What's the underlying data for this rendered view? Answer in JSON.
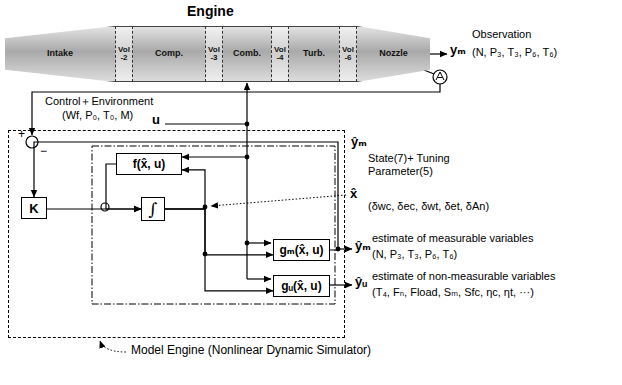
{
  "diagram": {
    "nodes": [
      {
        "text": [
          "Engine"
        ]
      },
      {
        "text": [
          "Intake"
        ],
        "in": 0
      },
      {
        "text": [
          "Vol -2"
        ],
        "in": 0
      },
      {
        "text": [
          "Comp."
        ],
        "in": 0
      },
      {
        "text": [
          "Vol -3"
        ],
        "in": 0
      },
      {
        "text": [
          "Comb."
        ],
        "in": 0
      },
      {
        "text": [
          "Vol -4"
        ],
        "in": 0
      },
      {
        "text": [
          "Turb."
        ],
        "in": 0
      },
      {
        "text": [
          "Vol -6"
        ],
        "in": 0
      },
      {
        "text": [
          "Nozzle"
        ],
        "in": 0
      },
      {
        "text": [
          "Model Engine (Nonlinear Dynamic Simulator)"
        ]
      },
      {
        "text": [
          "K"
        ],
        "in": 10
      },
      {
        "text": [
          "f(x̂, u)"
        ],
        "in": 10
      },
      {
        "text": [
          "∫"
        ],
        "in": 10
      },
      {
        "text": [
          "gₘ(x̂, u)"
        ],
        "in": 10
      },
      {
        "text": [
          "gᵤ(x̂, u)"
        ],
        "in": 10
      }
    ],
    "edges": [
      {
        "from": 14,
        "to": 11,
        "arrow": "to"
      },
      {
        "from": 11,
        "to": 13,
        "arrow": "to"
      },
      {
        "from": 12,
        "to": 13,
        "arrow": "to"
      },
      {
        "from": 13,
        "to": 12,
        "arrow": "to"
      },
      {
        "from": 13,
        "to": 14,
        "arrow": "to"
      },
      {
        "from": 13,
        "to": 15,
        "arrow": "to"
      }
    ],
    "labels": [
      "yₘ",
      "Observation",
      "(N, P₃, T₃, P₆, T₆)",
      "Control＋Environment",
      "(Wf, P₀, T₀, M)",
      "u",
      "+",
      "−",
      "ŷₘ",
      "State(7)+ Tuning Parameter(5)",
      "x̂",
      "(δwc, δec, δwt, δet, δAn)",
      "ŷₘ",
      "estimate of measurable variables",
      "(N, P₃, T₃, P₆, T₆)",
      "ŷᵤ",
      "estimate of non-measurable variables",
      "(T₄, Fₙ, Fload, Sₘ, Sfc, ηc, ηt, ···)"
    ]
  }
}
